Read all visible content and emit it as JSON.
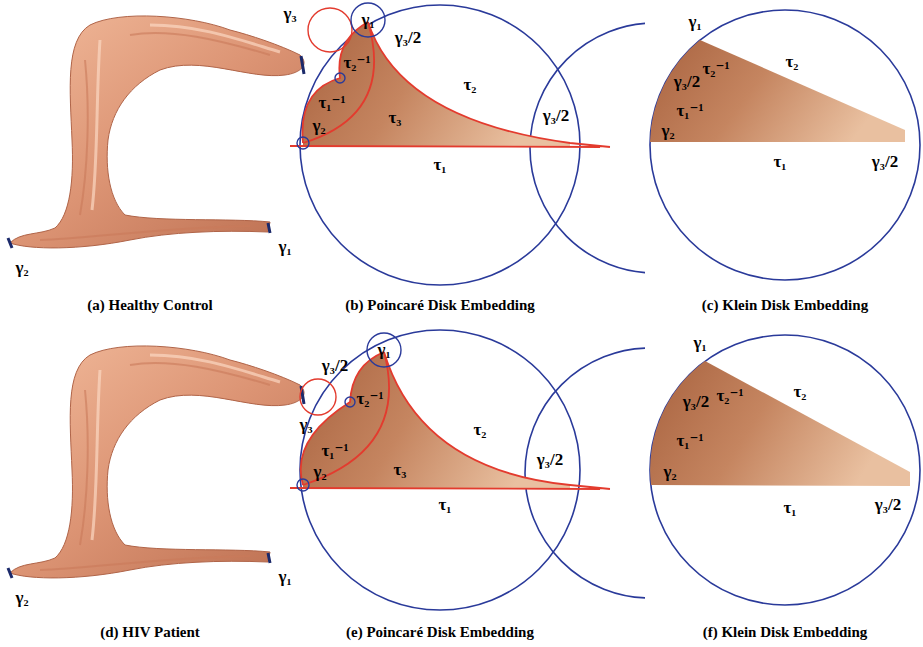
{
  "diagram": {
    "labels": [
      "γ₃",
      "γ₂",
      "γ₁",
      "γ₁",
      "τ₂⁻¹",
      "γ₃/2",
      "τ₁⁻¹",
      "τ₃",
      "τ₂",
      "γ₃/2",
      "γ₂",
      "τ₁",
      "γ₁",
      "γ₃/2",
      "τ₂⁻¹",
      "τ₂",
      "τ₁⁻¹",
      "γ₂",
      "γ₃/2",
      "τ₁",
      "(a) Healthy Control",
      "(b) Poincaré Disk Embedding",
      "(c) Klein Disk Embedding",
      "γ₃",
      "γ₂",
      "γ₁",
      "γ₃/2",
      "τ₂⁻¹",
      "γ₁",
      "τ₁⁻¹",
      "τ₃",
      "τ₂",
      "γ₃/2",
      "γ₂",
      "τ₁",
      "γ₁",
      "γ₃/2",
      "τ₂⁻¹",
      "τ₂",
      "τ₁⁻¹",
      "γ₂",
      "γ₃/2",
      "τ₁",
      "(d) HIV Patient",
      "(e) Poincaré Disk Embedding",
      "(f) Klein Disk Embedding"
    ]
  }
}
